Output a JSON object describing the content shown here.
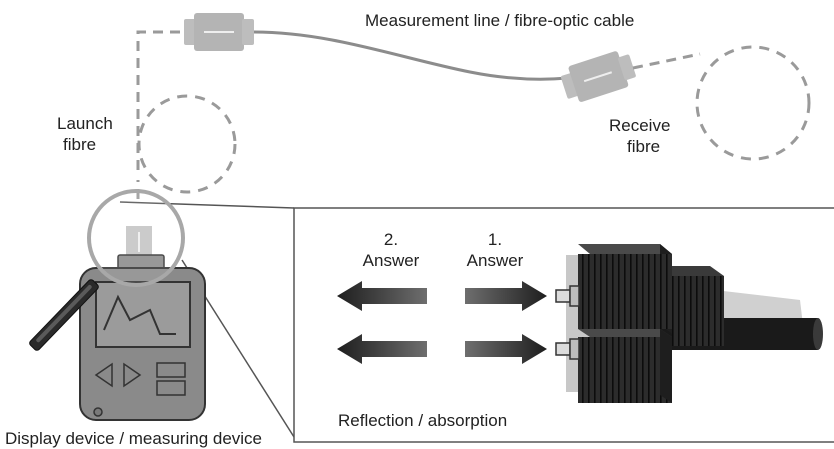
{
  "labels": {
    "measurement_line": "Measurement line / fibre-optic cable",
    "launch_fibre_line1": "Launch",
    "launch_fibre_line2": "fibre",
    "receive_fibre_line1": "Receive",
    "receive_fibre_line2": "fibre",
    "answer_2_num": "2.",
    "answer_2_text": "Answer",
    "answer_1_num": "1.",
    "answer_1_text": "Answer",
    "reflection": "Reflection / absorption",
    "device": "Display device / measuring device"
  },
  "colors": {
    "fibre_dashed": "#9a9a9a",
    "fibre_solid": "#8c8c8c",
    "connector": "#b4b4b4",
    "device_body": "#8a8a8a",
    "device_outline": "#333333",
    "arrow_dark": "#2a2a2a",
    "text": "#222222"
  }
}
